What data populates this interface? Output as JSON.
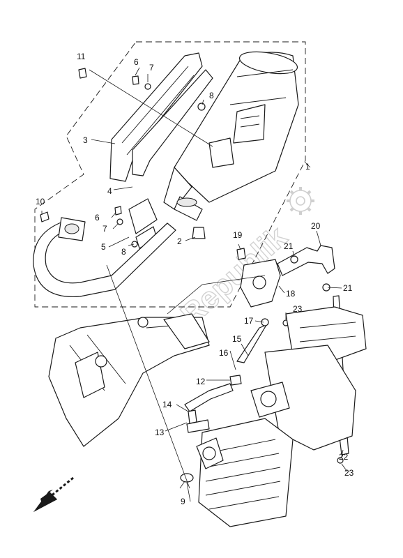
{
  "watermark": {
    "text": "PartsRepublik"
  },
  "callouts": [
    {
      "id": "c1",
      "text": "1"
    },
    {
      "id": "c2",
      "text": "2"
    },
    {
      "id": "c3",
      "text": "3"
    },
    {
      "id": "c4",
      "text": "4"
    },
    {
      "id": "c5",
      "text": "5"
    },
    {
      "id": "c6a",
      "text": "6"
    },
    {
      "id": "c6b",
      "text": "6"
    },
    {
      "id": "c7a",
      "text": "7"
    },
    {
      "id": "c7b",
      "text": "7"
    },
    {
      "id": "c8a",
      "text": "8"
    },
    {
      "id": "c8b",
      "text": "8"
    },
    {
      "id": "c9",
      "text": "9"
    },
    {
      "id": "c10",
      "text": "10"
    },
    {
      "id": "c11",
      "text": "11"
    },
    {
      "id": "c12",
      "text": "12"
    },
    {
      "id": "c13",
      "text": "13"
    },
    {
      "id": "c14",
      "text": "14"
    },
    {
      "id": "c15",
      "text": "15"
    },
    {
      "id": "c16",
      "text": "16"
    },
    {
      "id": "c17",
      "text": "17"
    },
    {
      "id": "c18",
      "text": "18"
    },
    {
      "id": "c19",
      "text": "19"
    },
    {
      "id": "c20",
      "text": "20"
    },
    {
      "id": "c21a",
      "text": "21"
    },
    {
      "id": "c21b",
      "text": "21"
    },
    {
      "id": "c22",
      "text": "22"
    },
    {
      "id": "c23a",
      "text": "23"
    },
    {
      "id": "c23b",
      "text": "23"
    }
  ],
  "icons": {
    "gear": "gear-icon",
    "front_arrow": "front-direction-arrow-icon"
  }
}
